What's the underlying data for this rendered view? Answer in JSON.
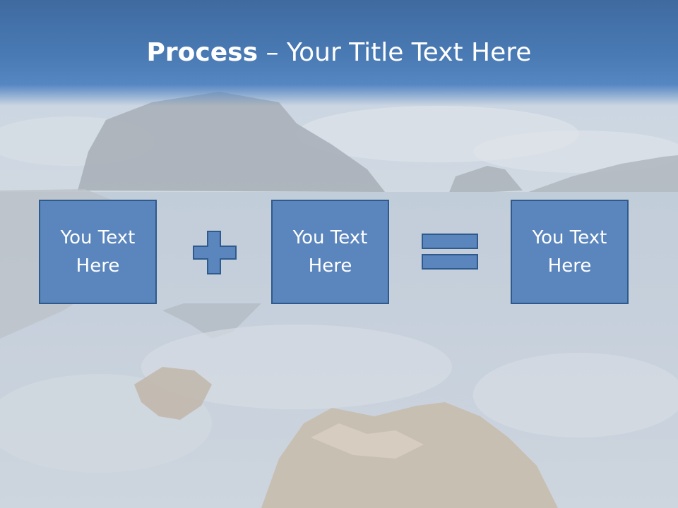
{
  "title": {
    "bold": "Process",
    "rest": " – Your Title Text Here"
  },
  "boxes": [
    {
      "text": "You Text Here"
    },
    {
      "text": "You Text Here"
    },
    {
      "text": "You Text Here"
    }
  ],
  "colors": {
    "title_bar": "#4a7bb5",
    "box_fill": "#5b86bd",
    "box_border": "#2f5a8c",
    "text": "#ffffff"
  },
  "icons": {
    "operator1": "plus-icon",
    "operator2": "equals-icon"
  }
}
